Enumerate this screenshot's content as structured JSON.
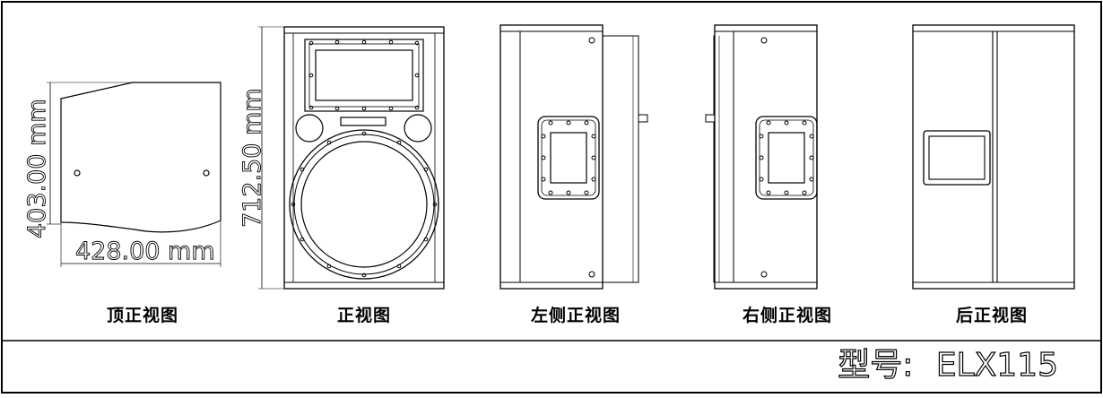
{
  "views": [
    {
      "id": "top",
      "caption": "顶正视图"
    },
    {
      "id": "front",
      "caption": "正视图"
    },
    {
      "id": "left",
      "caption": "左侧正视图"
    },
    {
      "id": "right",
      "caption": "右侧正视图"
    },
    {
      "id": "back",
      "caption": "后正视图"
    }
  ],
  "dimensions": {
    "top_height": "403.00 mm",
    "top_width": "428.00 mm",
    "front_height": "712.50 mm"
  },
  "model": {
    "label": "型号:",
    "value": "ELX115"
  }
}
